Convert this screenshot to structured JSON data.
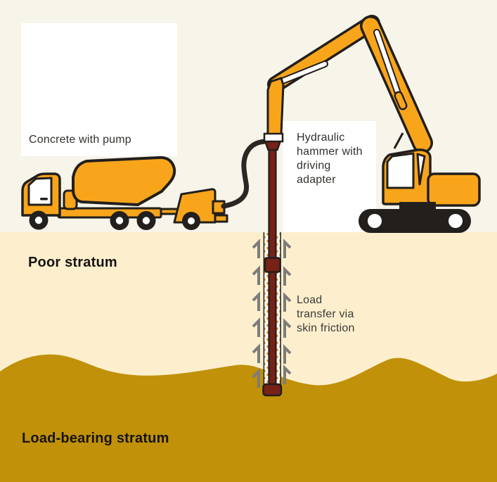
{
  "diagram": {
    "subject": "Pile driving with skin-friction load transfer",
    "labels": {
      "concrete_pump": "Concrete with pump",
      "hydraulic_hammer": "Hydraulic\nhammer with\ndriving\nadapter",
      "poor_stratum": "Poor stratum",
      "load_transfer": "Load\ntransfer via\nskin friction",
      "load_bearing_stratum": "Load-bearing stratum"
    },
    "scene_elements": [
      "concrete-mixer-truck",
      "concrete-pump-trailer",
      "delivery-hose",
      "excavator-with-boom",
      "hydraulic-hammer-driving-adapter",
      "driven-pile",
      "grout-annulus",
      "skin-friction-arrows"
    ],
    "colors": {
      "background_top": "#f7f4ea",
      "poor_stratum": "#fdefcd",
      "load_bearing_stratum": "#c09109",
      "machine_orange": "#f9a51b",
      "outline_dark": "#221f1c",
      "pile_maroon": "#772117",
      "grout_dot_orange": "#e8891b",
      "arrow_gray": "#7e7c79",
      "label_box": "#ffffff",
      "text_dark": "#33312d"
    }
  }
}
